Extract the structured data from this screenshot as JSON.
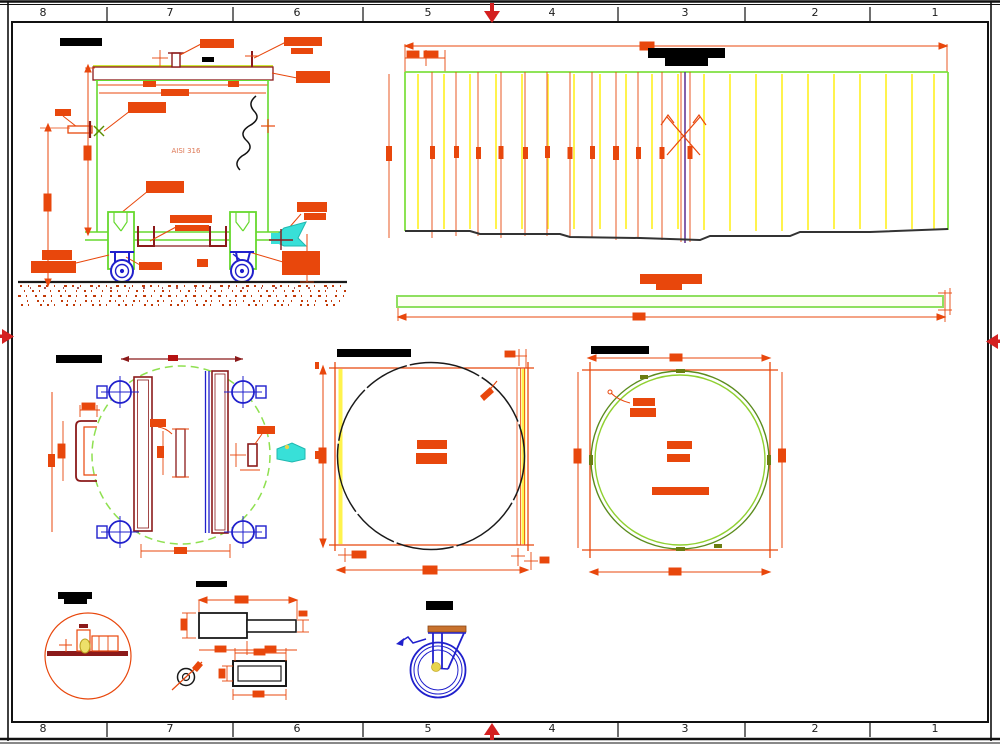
{
  "sheet": {
    "zone_labels": [
      "8",
      "7",
      "6",
      "5",
      "4",
      "3",
      "2",
      "1"
    ]
  },
  "drawing": {
    "material_label": "AISI 316"
  },
  "colors": {
    "annotation_orange": "#E8470C",
    "dark_red": "#8B1A1A",
    "dim_red": "#B51212",
    "green": "#66D92E",
    "light_green": "#8FE060",
    "yellow": "#FFF34D",
    "blue": "#2020CC",
    "cyan": "#38E0D8",
    "purple": "#5B2D91",
    "marker_red": "#D42020",
    "line_black": "#111111"
  }
}
